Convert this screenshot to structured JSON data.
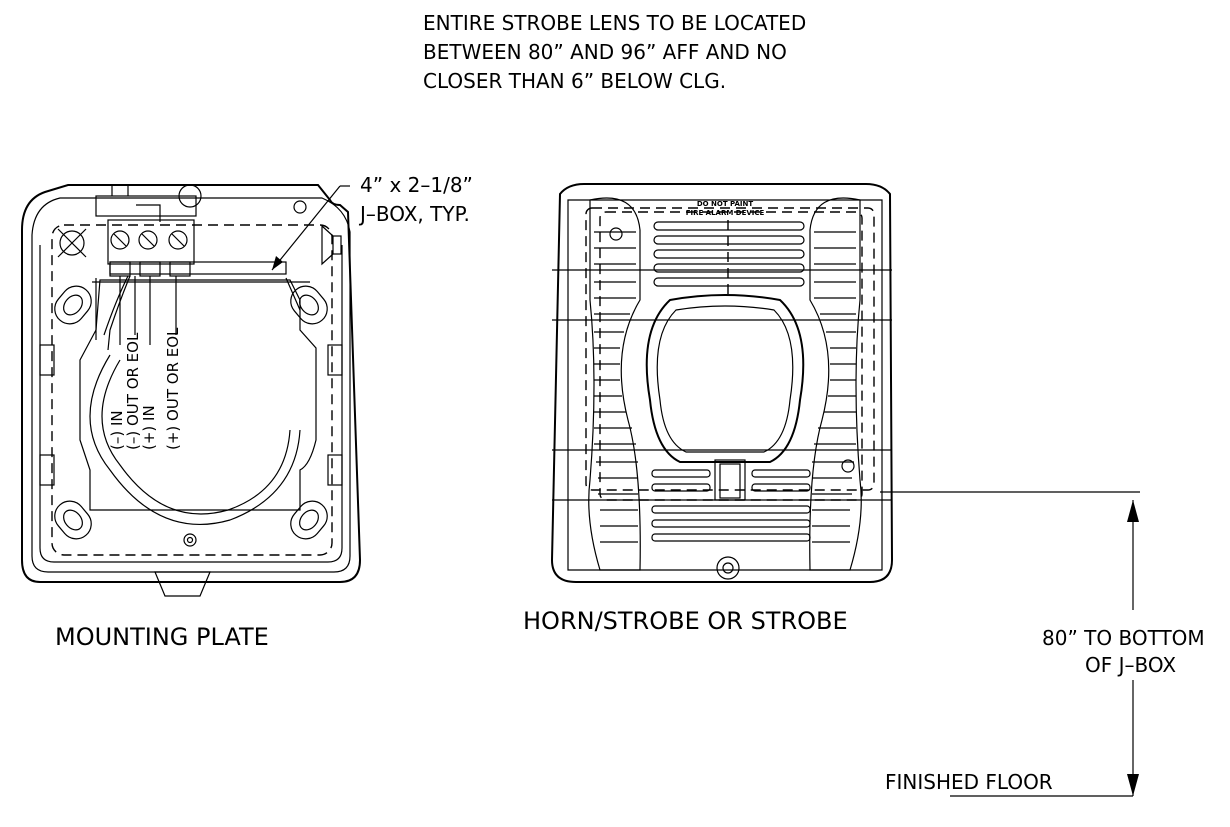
{
  "notes": {
    "strobe_note": [
      "ENTIRE STROBE LENS TO BE LOCATED",
      "BETWEEN 80” AND 96” AFF AND NO",
      "CLOSER THAN 6” BELOW CLG."
    ],
    "jbox_note": [
      "4” x 2–1/8”",
      "J–BOX, TYP."
    ],
    "dimension_note": [
      "80” TO BOTTOM",
      "OF J–BOX"
    ],
    "finished_floor": "FINISHED FLOOR"
  },
  "mounting_plate": {
    "caption": "MOUNTING PLATE",
    "terminals": [
      "(–) IN",
      "(–) OUT OR EOL",
      "(+) IN",
      "(+) OUT OR EOL"
    ]
  },
  "device": {
    "caption": "HORN/STROBE OR STROBE",
    "label_line1": "DO NOT PAINT",
    "label_line2": "FIRE ALARM DEVICE"
  }
}
